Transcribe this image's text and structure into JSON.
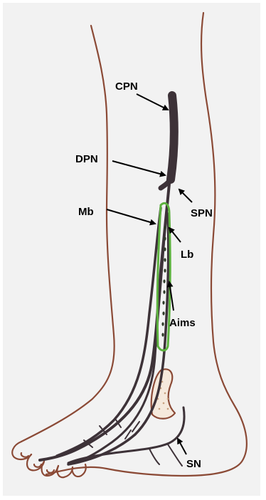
{
  "figure": {
    "labels": {
      "cpn": "CPN",
      "dpn": "DPN",
      "mb": "Mb",
      "spn": "SPN",
      "lb": "Lb",
      "aims": "Aims",
      "sn": "SN"
    },
    "colors": {
      "background": "#f2f2f2",
      "outline": "#8b4a36",
      "nerve": "#3d3238",
      "highlight": "#5db23f",
      "arrow": "#000000",
      "fill_dots": "#c7a07f"
    }
  }
}
